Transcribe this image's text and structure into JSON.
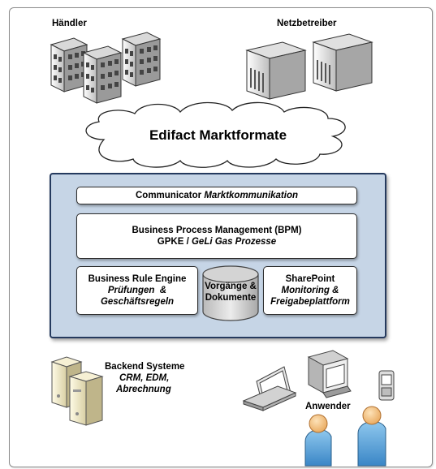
{
  "actors": {
    "haendler": "Händler",
    "netzbetreiber": "Netzbetreiber",
    "anwender": "Anwender"
  },
  "cloud": {
    "label": "Edifact Marktformate"
  },
  "system": {
    "communicator": {
      "name": "Communicator",
      "desc": "Marktkommunikation"
    },
    "bpm": {
      "line1": "Business Process Management (BPM)",
      "line2_a": "GPKE / ",
      "line2_b": "GeLi Gas Prozesse"
    },
    "bre": {
      "name": "Business Rule Engine",
      "desc1": "Prüfungen  &",
      "desc2": "Geschäftsregeln"
    },
    "db": {
      "line1": "Vorgänge &",
      "line2": "Dokumente"
    },
    "sharepoint": {
      "name": "SharePoint",
      "desc1": "Monitoring &",
      "desc2": "Freigabeplattform"
    }
  },
  "backend": {
    "title": "Backend Systeme",
    "line1": "CRM, EDM,",
    "line2": "Abrechnung"
  },
  "colors": {
    "system_fill": "#c6d5e6",
    "system_border": "#253a5e",
    "user_blue": "#5fa8d8"
  }
}
